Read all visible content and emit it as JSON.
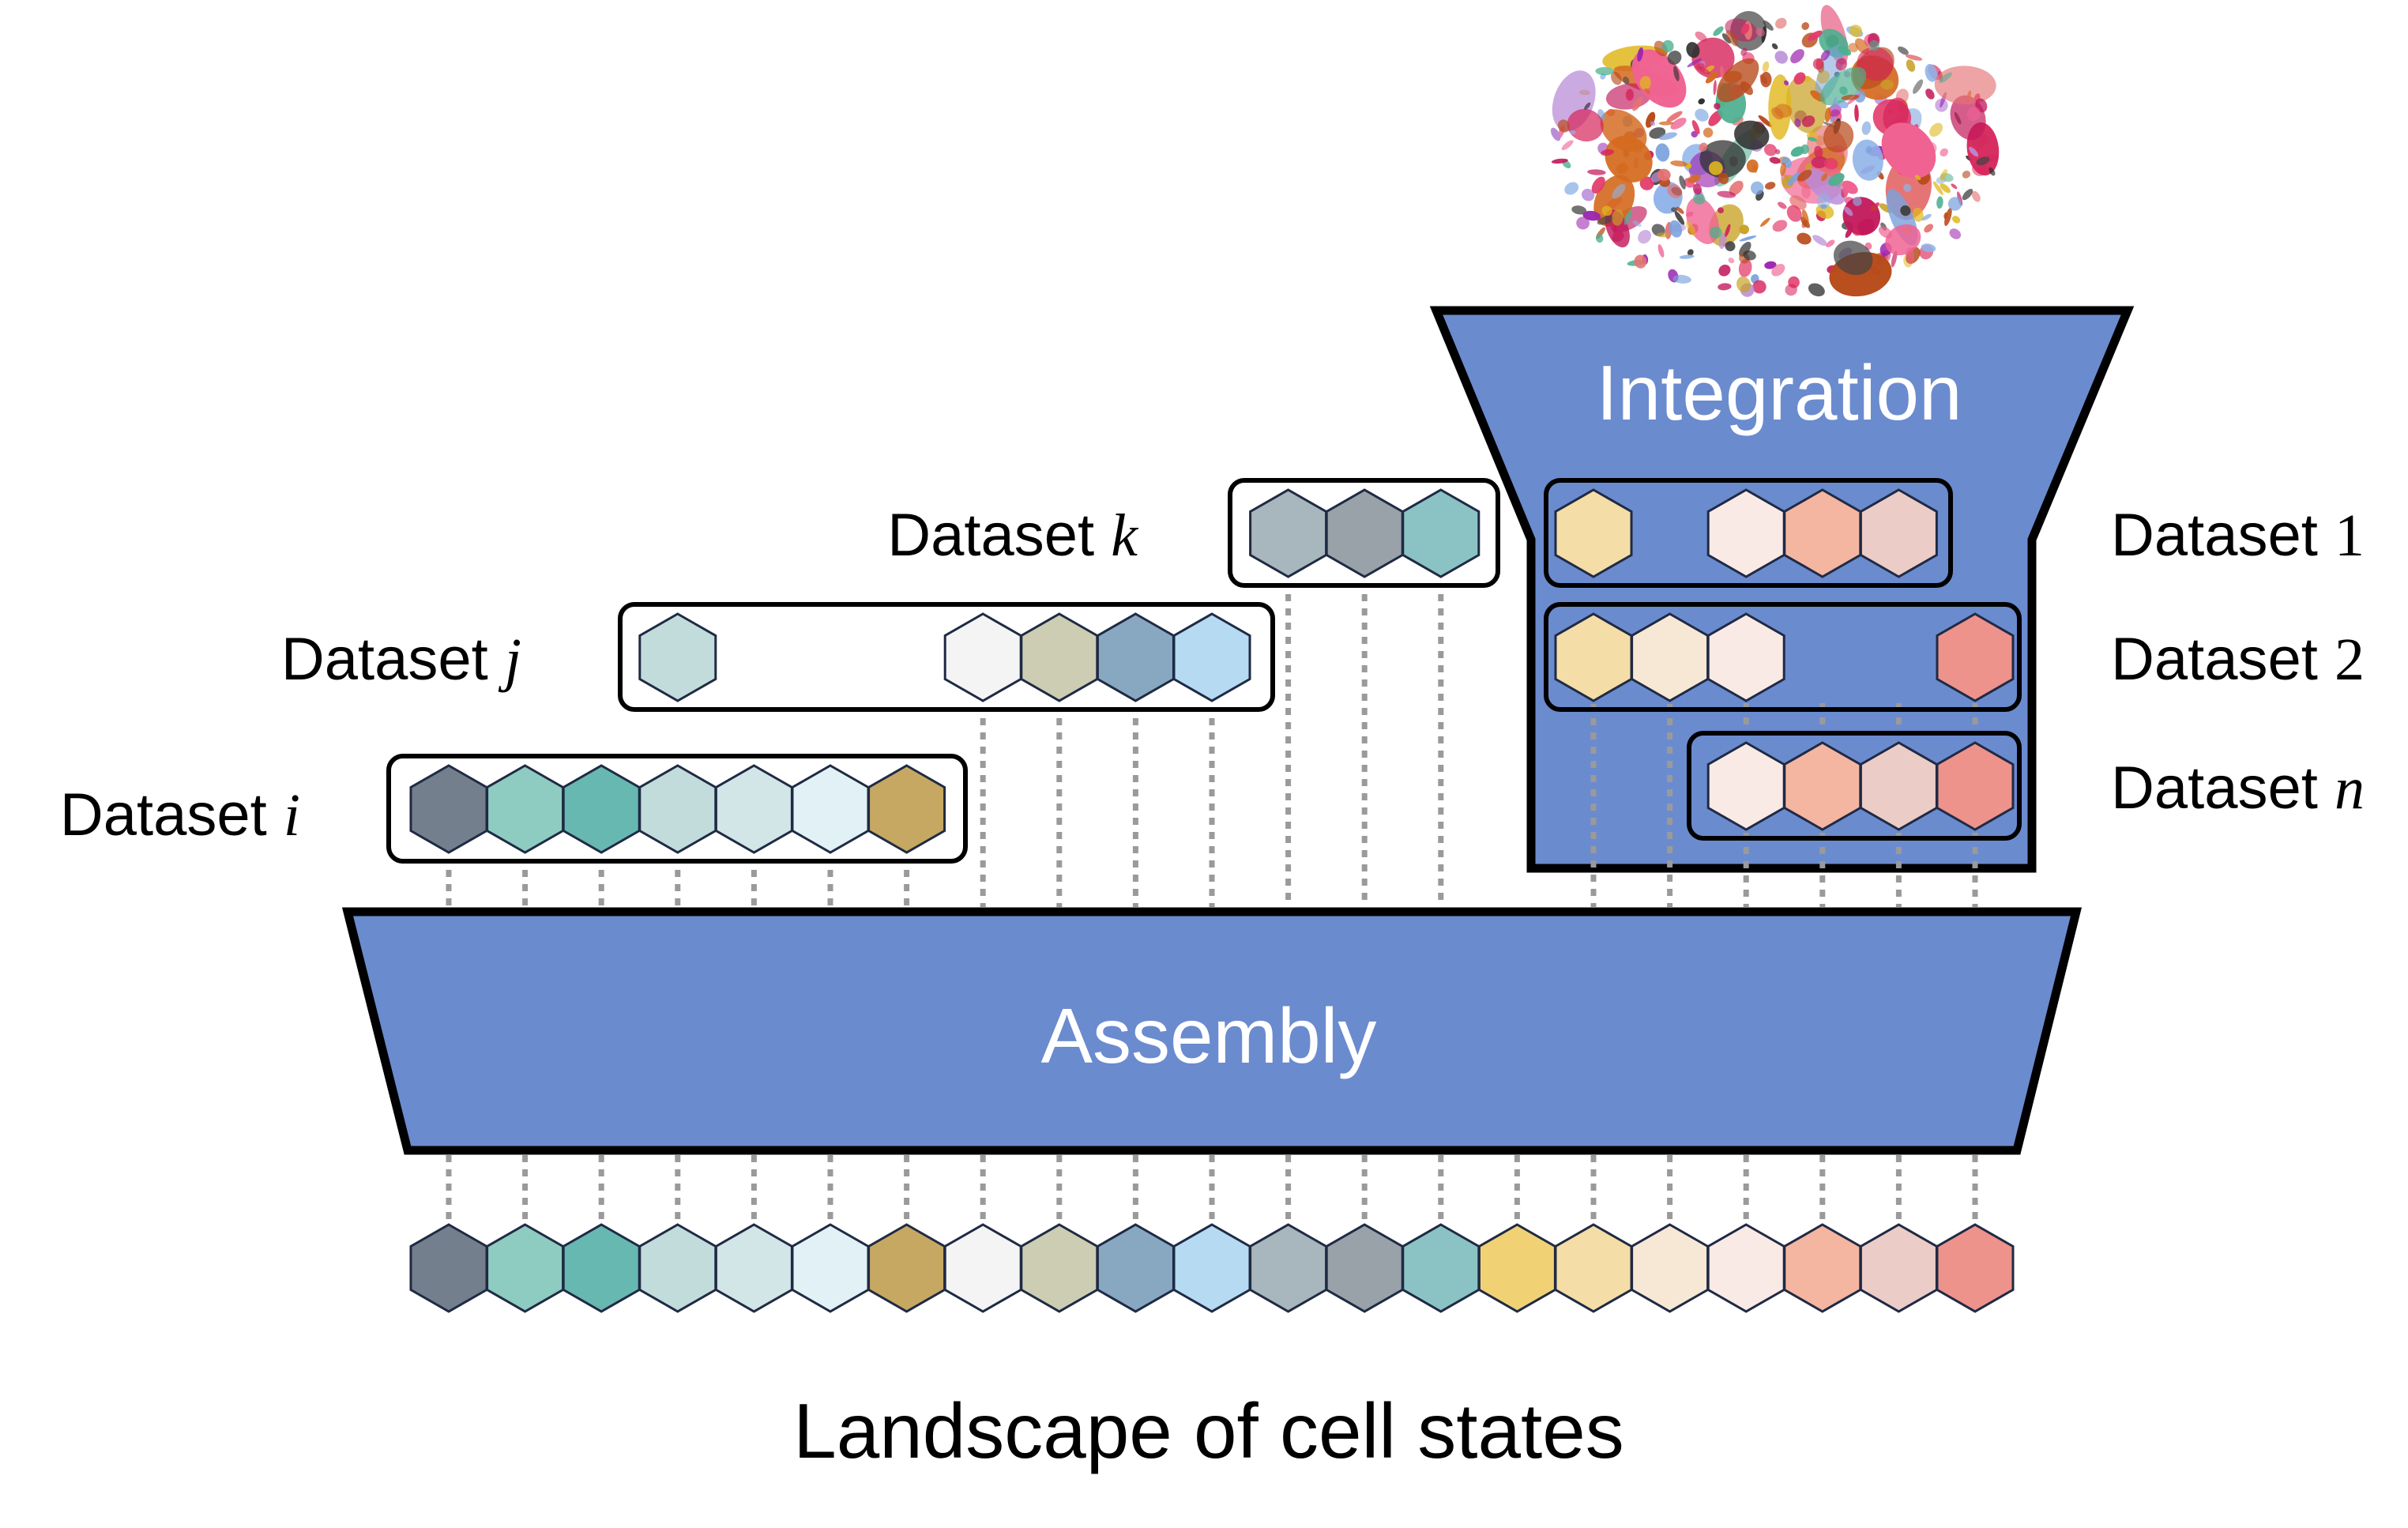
{
  "palette": [
    "#747f8d",
    "#8ecbc0",
    "#67b8b0",
    "#c2dcdb",
    "#d2e5e7",
    "#e1f1f5",
    "#c6a862",
    "#f4f4f4",
    "#cccdb2",
    "#88a8c2",
    "#b5daf1",
    "#a8b6bd",
    "#98a2a8",
    "#8bc3c4",
    "#f0d174",
    "#f5dda7",
    "#f7e8d5",
    "#faeae5",
    "#f4b5a1",
    "#ecccc6",
    "#ee928c"
  ],
  "accent_blue": "#6b8bcf",
  "stages": {
    "integration": "Integration",
    "assembly": "Assembly"
  },
  "landscape": {
    "label": "Landscape of cell states"
  },
  "datasets": [
    {
      "id": "i",
      "prefix": "Dataset ",
      "var": "i",
      "slots": [
        0,
        1,
        2,
        3,
        4,
        5,
        6
      ]
    },
    {
      "id": "j",
      "prefix": "Dataset ",
      "var": "j",
      "slots": [
        3,
        7,
        8,
        9,
        10
      ]
    },
    {
      "id": "k",
      "prefix": "Dataset ",
      "var": "k",
      "slots": [
        11,
        12,
        13
      ]
    },
    {
      "id": "1",
      "prefix": "Dataset ",
      "var": "1",
      "slots": [
        15,
        17,
        18,
        19
      ]
    },
    {
      "id": "2",
      "prefix": "Dataset ",
      "var": "2",
      "slots": [
        15,
        16,
        17,
        20
      ]
    },
    {
      "id": "n",
      "prefix": "Dataset ",
      "var": "n",
      "slots": [
        17,
        18,
        19,
        20
      ]
    }
  ]
}
